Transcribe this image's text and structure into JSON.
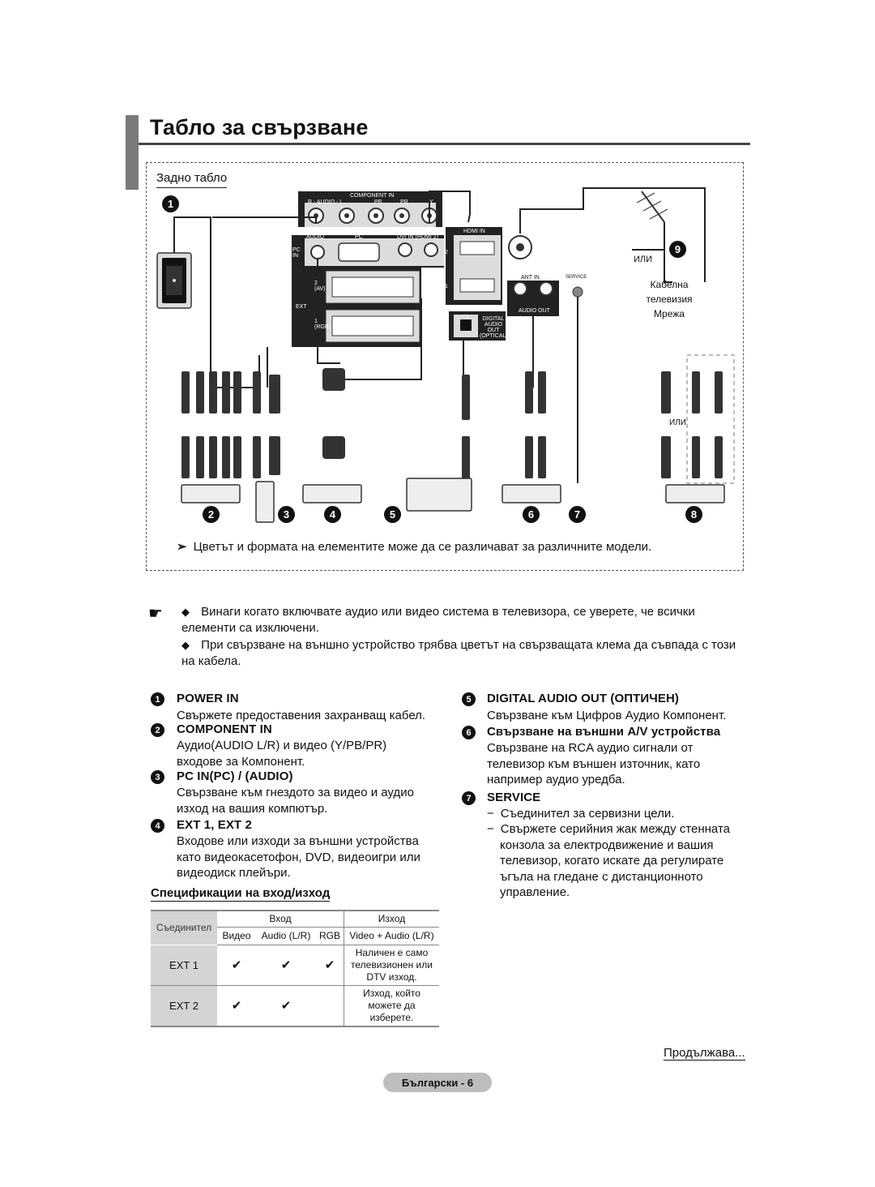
{
  "page": {
    "title": "Табло за свързване",
    "subheading": "Задно табло",
    "note": "Цветът и формата на елементите може да се различават за различните модели.",
    "continue": "Продължава...",
    "page_label": "Български - 6"
  },
  "diagram": {
    "callouts": [
      "1",
      "2",
      "3",
      "4",
      "5",
      "6",
      "7",
      "8",
      "9"
    ],
    "labels": {
      "component_in": "COMPONENT IN",
      "audio_rl": "R - AUDIO - L",
      "pb": "PB",
      "pr": "PR",
      "y": "Y",
      "audio": "AUDIO",
      "pc": "PC",
      "pc_in": "PC IN",
      "dvi_in": "DVI IN (HDMI 2)",
      "hdmi_in": "HDMI IN",
      "ext": "EXT",
      "ext2": "2 (AV)",
      "ext1": "1 (RGB)",
      "ant_in": "ANT IN",
      "service": "SERVICE",
      "audio_out": "AUDIO OUT",
      "digital_audio_out": "DIGITAL AUDIO OUT (OPTICAL)",
      "hdmi_2": "2",
      "hdmi_1": "1",
      "ili_top": "ИЛИ",
      "ili_right": "ИЛИ",
      "cable_tv": "Кабелна телевизия Мрежа"
    }
  },
  "warnings": [
    "Винаги когато включвате аудио или видео система в телевизора, се уверете, че всички елементи са изключени.",
    "При свързване на външно устройство трябва цветът на свързващата клема да съвпада с този на кабела."
  ],
  "sections_left": [
    {
      "num": "1",
      "title": "POWER IN",
      "text": "Свържете предоставения захранващ кабел."
    },
    {
      "num": "2",
      "title": "COMPONENT IN",
      "text": "Аудио(AUDIO L/R) и видео (Y/PB/PR) входове за Компонент."
    },
    {
      "num": "3",
      "title": "PC IN(PC) / (AUDIO)",
      "text": "Свързване към гнездото за видео и аудио изход на вашия компютър."
    },
    {
      "num": "4",
      "title": "EXT 1, EXT 2",
      "text": "Входове или изходи за външни устройства като видеокасетофон, DVD, видеоигри или видеодиск плейъри."
    }
  ],
  "sections_right": [
    {
      "num": "5",
      "title": "DIGITAL AUDIO OUT (ОПТИЧЕН)",
      "text": "Свързване към Цифров Аудио Компонент."
    },
    {
      "num": "6",
      "title": "Свързване на външни A/V устройства",
      "text": "Свързване на RCA аудио сигнали от телевизор към външен източник, като например аудио уредба."
    },
    {
      "num": "7",
      "title": "SERVICE",
      "items": [
        "Съединител за сервизни цели.",
        "Свържете серийния жак между стенната конзола за електродвижение и вашия телевизор, когато искате да регулирате ъгъла на гледане с дистанционното управление."
      ]
    }
  ],
  "spec": {
    "heading": "Спецификации на вход/изход",
    "col_connector": "Съединител",
    "col_input": "Вход",
    "col_output": "Изход",
    "sub_video": "Видео",
    "sub_audio": "Audio (L/R)",
    "sub_rgb": "RGB",
    "sub_out": "Video + Audio (L/R)",
    "rows": [
      {
        "name": "EXT 1",
        "video": "✔",
        "audio": "✔",
        "rgb": "✔",
        "out": "Наличен е само телевизионен или DTV изход."
      },
      {
        "name": "EXT 2",
        "video": "✔",
        "audio": "✔",
        "rgb": "",
        "out": "Изход, който можете да изберете."
      }
    ]
  }
}
